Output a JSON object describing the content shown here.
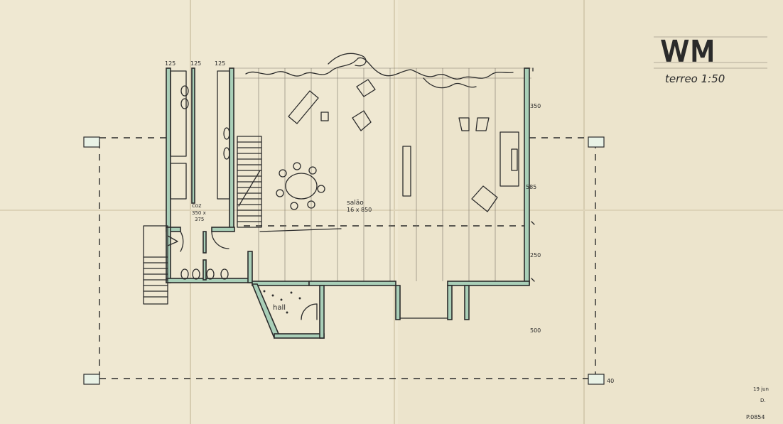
{
  "title_block": {
    "monogram": "WM",
    "floor_label": "terreo 1:50"
  },
  "dimensions": {
    "top_1": "125",
    "top_2": "125",
    "top_3": "125",
    "right_1": "350",
    "right_2": "585",
    "right_3": "250",
    "right_4": "500",
    "corner": "40"
  },
  "rooms": {
    "kitchen_label": "coz",
    "kitchen_dim_1": "350 x",
    "kitchen_dim_2": "375",
    "salon_label": "salão",
    "salon_dim": "16 x 850",
    "hall_label": "hall"
  },
  "margin_note": {
    "line_1": "19 jun",
    "line_2": "D.",
    "stamp": "P.0854"
  },
  "colors": {
    "paper": "#ece4cc",
    "wall_fill": "#a9cfb8",
    "ink": "#2b2b2b"
  }
}
